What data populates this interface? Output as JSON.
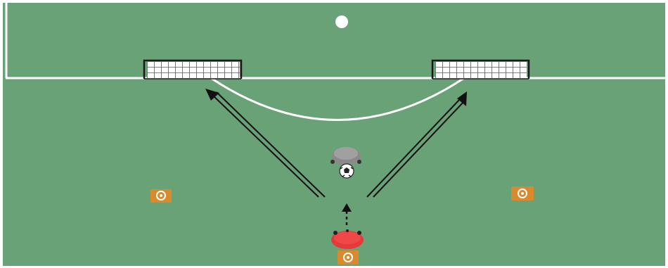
{
  "colors": {
    "turf": "#6aa277",
    "turf_upper": "#6d9e78",
    "line": "#ffffff",
    "arrow": "#111111",
    "player_attacker": "#e53a3a",
    "player_defender": "#8a8a8a",
    "cone_fill": "#d98a2c",
    "cone_ring": "#ffffff",
    "goal_frame": "#1a1a1a",
    "goal_net": "#ffffff"
  },
  "diagram": {
    "goals": [
      {
        "id": "left-goal",
        "icon": "mini-goal-icon"
      },
      {
        "id": "right-goal",
        "icon": "mini-goal-icon"
      }
    ],
    "cones": [
      {
        "id": "cone-left",
        "icon": "cone-marker-icon"
      },
      {
        "id": "cone-right",
        "icon": "cone-marker-icon"
      },
      {
        "id": "cone-bottom",
        "icon": "cone-marker-icon"
      }
    ],
    "players": [
      {
        "id": "defender",
        "icon": "player-defender-icon"
      },
      {
        "id": "attacker",
        "icon": "player-attacker-icon"
      }
    ],
    "ball": {
      "icon": "soccer-ball-icon"
    },
    "movements": [
      {
        "id": "run-arrow",
        "style": "dashed"
      },
      {
        "id": "pass-arrow-left",
        "style": "double-line",
        "target": "left-goal"
      },
      {
        "id": "pass-arrow-right",
        "style": "double-line",
        "target": "right-goal"
      }
    ]
  }
}
